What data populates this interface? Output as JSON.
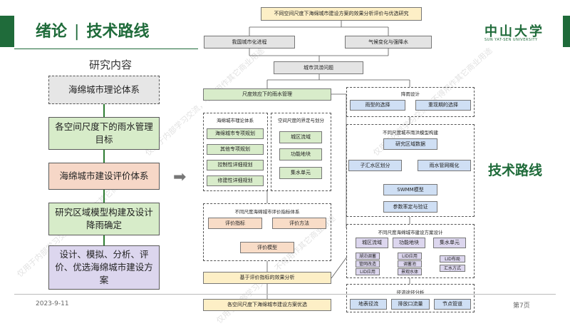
{
  "header": {
    "title_main": "绪论",
    "separator": "|",
    "title_sub": "技术路线"
  },
  "logo": {
    "name": "中山大学",
    "english": "SUN YAT-SEN UNIVERSITY"
  },
  "left_panel": {
    "heading": "研究内容",
    "items": [
      "海绵城市理论体系",
      "各空间尺度下的雨水管理目标",
      "海绵城市建设评价体系",
      "研究区域模型构建及设计降雨确定",
      "设计、模拟、分析、评价、优选海绵城市建设方案"
    ]
  },
  "right_label": "技术路线",
  "footer": {
    "date": "2023-9-11",
    "page": "第7页"
  },
  "watermark": "仅用于内部学习交流，不得用作其它商业用途",
  "diagram": {
    "top": "不同空间尺度下海绵城市建设方案的效果分析评价与优选研究",
    "urbanization": "我国城市化进程",
    "climate": "气候变化与强降水",
    "flood": "城市洪涝问题",
    "scale_mgmt": "尺度效应下的雨水管理",
    "theory_head": "海绵城市理论体系",
    "theory_items": [
      "海绵城市专项规划",
      "其他专项规划",
      "控制性详细规划",
      "修建性详细规划"
    ],
    "space_head": "空间尺度的界定与划分",
    "space_items": [
      "城区流域",
      "功能地块",
      "集水单元"
    ],
    "eval_head": "不同尺度海绵城市评价指标体系",
    "eval_index": "评价指标",
    "eval_method": "评价方法",
    "eval_model": "评价模型",
    "rain_design": "降雨设计",
    "rain_type": "雨型的选择",
    "return_period": "重现期的选择",
    "model_head": "不同尺度城市雨洪模型构建",
    "study_data": "研究区域数据",
    "subcatch": "子汇水区划分",
    "pipe": "雨水管网概化",
    "swmm": "SWMM模型",
    "calib": "参数率定与验证",
    "design_head": "不同尺度海绵城市建设方案设计",
    "d_basin": "城区流域",
    "d_block": "功能地块",
    "d_unit": "集水单元",
    "basin_items": [
      "湖泊调蓄",
      "管网改造",
      "LID应用"
    ],
    "block_items": [
      "LID应用",
      "调蓄池",
      "景观水体"
    ],
    "unit_items": [
      "LID布局",
      "汇水方式"
    ],
    "effect": "基于评价指标的效果分析",
    "runoff_head": "径流途径分析",
    "runoff_items": [
      "地表径流",
      "排放口流量",
      "节点管道"
    ],
    "final": "各空间尺度下海绵城市建设方案优选"
  }
}
